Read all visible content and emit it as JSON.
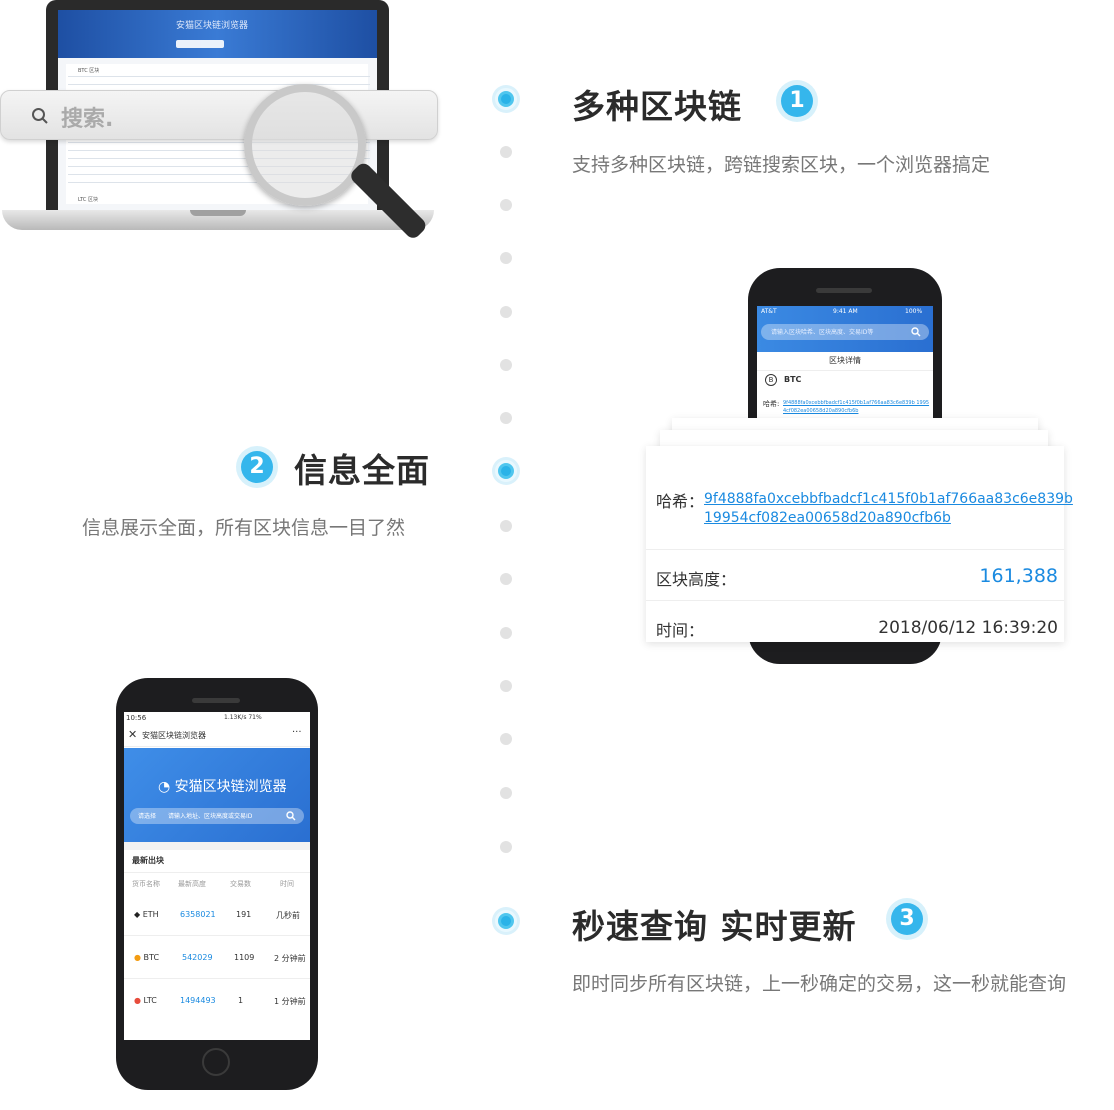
{
  "laptop": {
    "search_placeholder": "搜索.",
    "banner_title": "安猫区块链浏览器",
    "btc_label": "BTC 区块",
    "ltc_label": "LTC 区块"
  },
  "features": [
    {
      "title": "多种区块链",
      "number": "1",
      "desc": "支持多种区块链，跨链搜索区块，一个浏览器搞定"
    },
    {
      "title": "信息全面",
      "number": "2",
      "desc": "信息展示全面，所有区块信息一目了然"
    },
    {
      "title": "秒速查询 实时更新",
      "number": "3",
      "desc": "即时同步所有区块链，上一秒确定的交易，这一秒就能查询"
    }
  ],
  "phone_detail": {
    "status_carrier": "AT&T",
    "status_time": "9:41 AM",
    "status_battery": "100%",
    "search_placeholder": "请输入区块哈希、区块高度、交易ID等",
    "page_title": "区块详情",
    "coin": "BTC",
    "hash_label": "哈希:",
    "hash_small": "9f4888fa0xcebbfbadcf1c415f0b1af766aa83c6e839b 19954cf082ea00658d20a890cfb6b",
    "card": {
      "hash_label": "哈希：",
      "hash_line1": "9f4888fa0xcebbfbadcf1c415f0b1af766aa83c6e839b",
      "hash_line2": "19954cf082ea00658d20a890cfb6b",
      "height_label": "区块高度：",
      "height_value": "161,388",
      "time_label": "时间：",
      "time_value": "2018/06/12 16:39:20"
    }
  },
  "phone_list": {
    "status_time": "10:56",
    "status_right": "1.13K/s 71%",
    "nav_title": "安猫区块链浏览器",
    "nav_more": "···",
    "banner_title": "安猫区块链浏览器",
    "search_select": "请选择",
    "search_placeholder": "请输入地址、区块高度或交易ID",
    "section_title": "最新出块",
    "headers": [
      "货币名称",
      "最新高度",
      "交易数",
      "时间"
    ],
    "rows": [
      {
        "coin": "ETH",
        "height": "6358021",
        "tx": "191",
        "time": "几秒前",
        "color": "#222222"
      },
      {
        "coin": "BTC",
        "height": "542029",
        "tx": "1109",
        "time": "2 分钟前",
        "color": "#f39c12"
      },
      {
        "coin": "LTC",
        "height": "1494493",
        "tx": "1",
        "time": "1 分钟前",
        "color": "#e74c3c"
      }
    ]
  },
  "colors": {
    "accent": "#35b6ec",
    "link": "#1a8ae0",
    "banner": "#2f6fd0"
  }
}
